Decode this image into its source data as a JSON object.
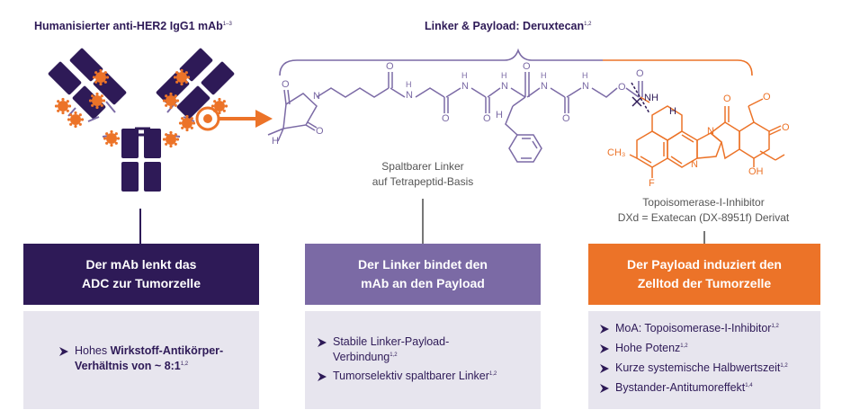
{
  "titles": {
    "mab": "Humanisierter anti-HER2 IgG1 mAb",
    "mab_ref": "1–3",
    "linker_payload": "Linker & Payload: Deruxtecan",
    "linker_payload_ref": "1,2"
  },
  "structure_labels": {
    "linker_line1": "Spaltbarer Linker",
    "linker_line2": "auf Tetrapeptid-Basis",
    "payload_line1": "Topoisomerase-I-Inhibitor",
    "payload_line2": "DXd = Exatecan (DX-8951f) Derivat"
  },
  "atoms": {
    "ch3": "CH₃",
    "f": "F",
    "n": "N",
    "o": "O",
    "h": "H",
    "nh": "NH",
    "oh": "OH",
    "hn": "H"
  },
  "columns": [
    {
      "color": "#2e1a57",
      "heading_line1": "Der mAb lenkt das",
      "heading_line2": "ADC zur Tumorzelle",
      "bullets": [
        {
          "pre": "Hohes ",
          "bold": "Wirkstoff-Antikörper-Verhältnis von ~ 8:1",
          "post": "",
          "ref": "1,2"
        }
      ]
    },
    {
      "color": "#7b6aa5",
      "heading_line1": "Der Linker bindet den",
      "heading_line2": "mAb an den Payload",
      "bullets": [
        {
          "pre": "Stabile Linker-Payload-Verbindung",
          "bold": "",
          "post": "",
          "ref": "1,2"
        },
        {
          "pre": "Tumorselektiv spaltbarer Linker",
          "bold": "",
          "post": "",
          "ref": "1,2"
        }
      ]
    },
    {
      "color": "#ec7328",
      "heading_line1": "Der Payload induziert den",
      "heading_line2": "Zelltod der Tumorzelle",
      "bullets": [
        {
          "pre": "MoA: Topoisomerase-I-Inhibitor",
          "bold": "",
          "post": "",
          "ref": "1,2"
        },
        {
          "pre": "Hohe Potenz",
          "bold": "",
          "post": "",
          "ref": "1,2"
        },
        {
          "pre": "Kurze systemische Halbwertszeit",
          "bold": "",
          "post": "",
          "ref": "1,2"
        },
        {
          "pre": "Bystander-Antitumoreffekt",
          "bold": "",
          "post": "",
          "ref": "1,4"
        }
      ]
    }
  ],
  "colors": {
    "dark_purple": "#2e1a57",
    "light_purple": "#7b6aa5",
    "orange": "#ec7328",
    "panel_gray": "#e7e5ee",
    "gray_line": "#777777"
  }
}
